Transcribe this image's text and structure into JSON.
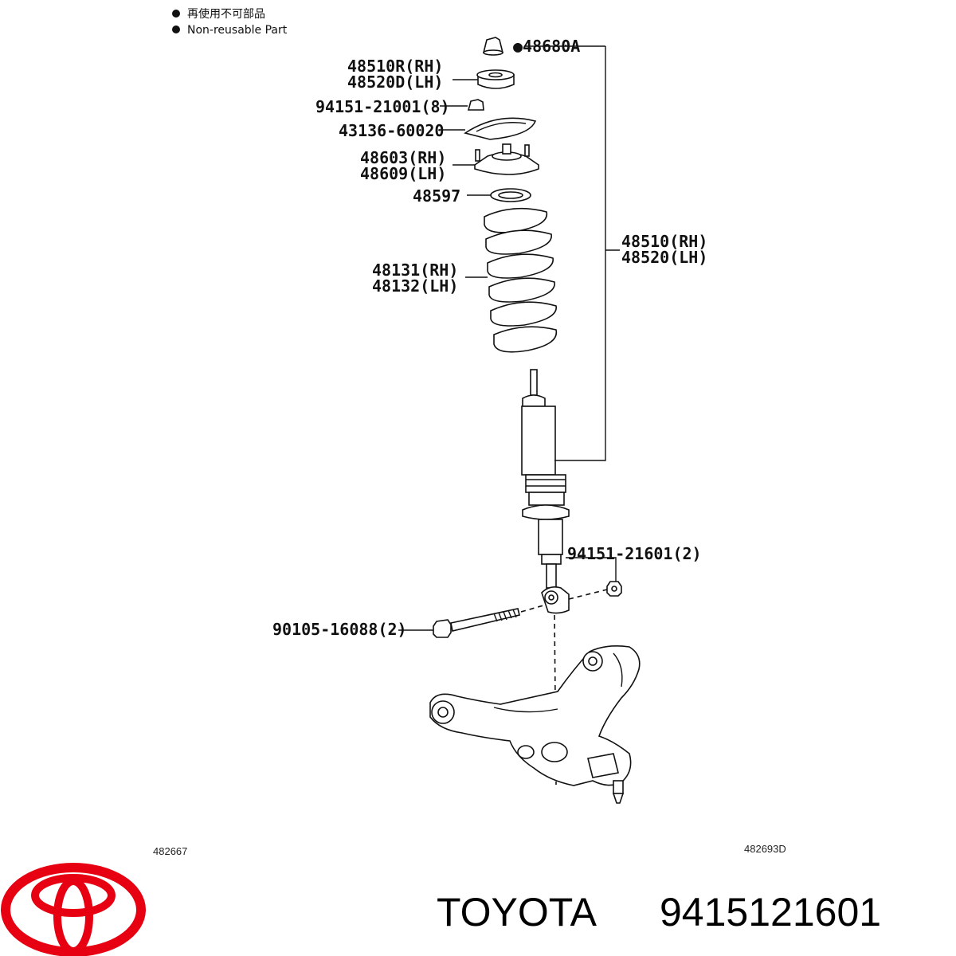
{
  "legend": {
    "line_jp": "再使用不可部品",
    "line_en": "Non-reusable Part"
  },
  "callouts": {
    "c48680": "●48680A",
    "c48510r": "48510R(RH)",
    "c48520d": "48520D(LH)",
    "c94151a": "94151-21001(8)",
    "c43136": "43136-60020",
    "c48603": "48603(RH)",
    "c48609": "48609(LH)",
    "c48597": "48597",
    "c48131": "48131(RH)",
    "c48132": "48132(LH)",
    "c48510": "48510(RH)",
    "c48520": "48520(LH)",
    "c94151b": "94151-21601(2)",
    "c90105": "90105-16088(2)"
  },
  "diagram_codes": {
    "left": "482667",
    "right": "482693D"
  },
  "caption": {
    "brand": "TOYOTA",
    "part_number": "9415121601"
  },
  "colors": {
    "logo_red": "#e60012",
    "ink": "#111111"
  }
}
